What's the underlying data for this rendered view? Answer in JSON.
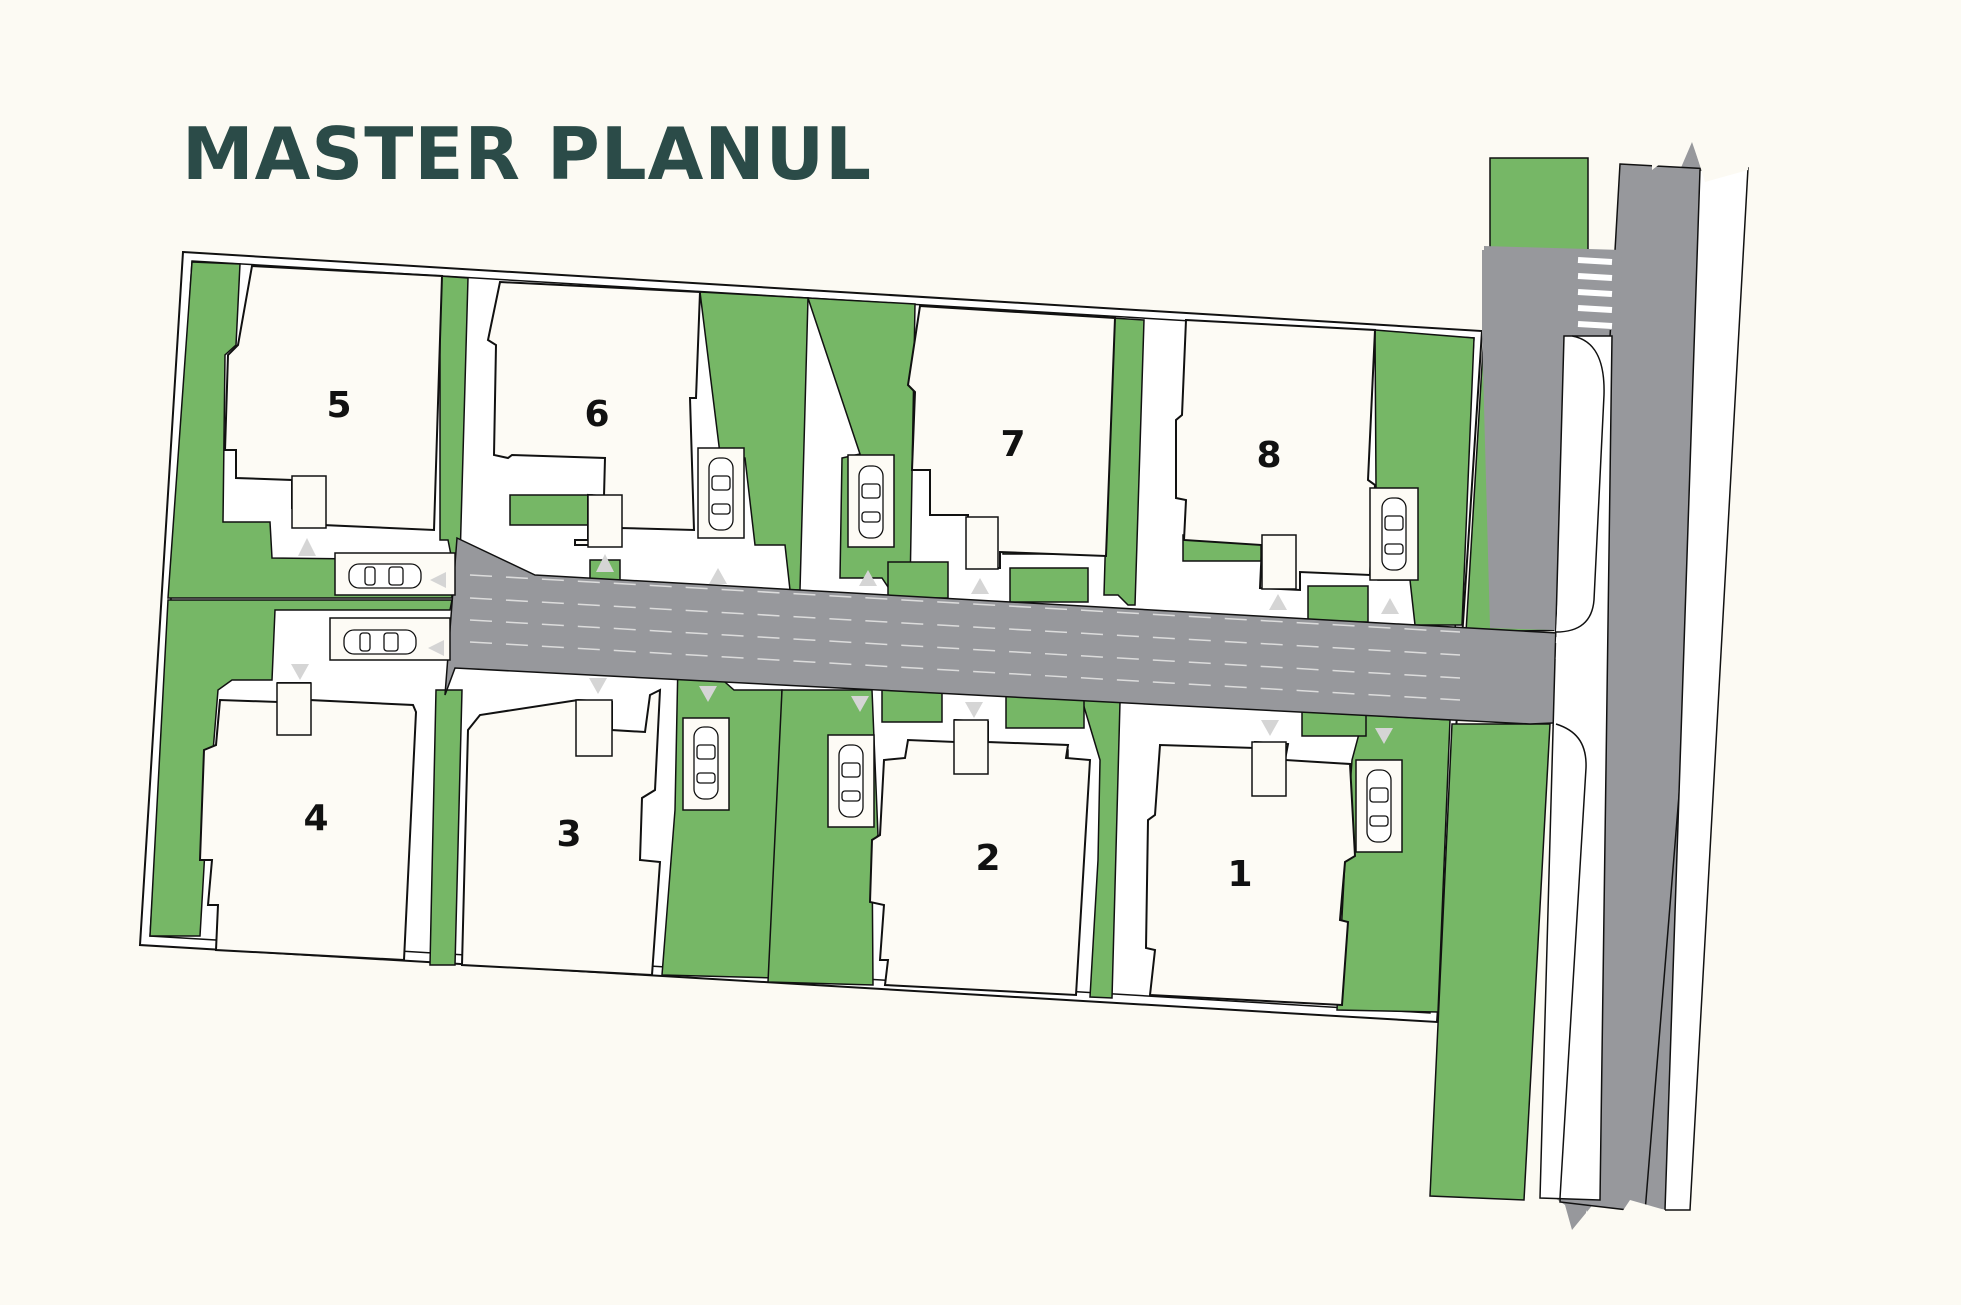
{
  "title": "MASTER PLANUL",
  "lots": [
    {
      "id": "lot-5",
      "label": "5"
    },
    {
      "id": "lot-6",
      "label": "6"
    },
    {
      "id": "lot-7",
      "label": "7"
    },
    {
      "id": "lot-8",
      "label": "8"
    },
    {
      "id": "lot-4",
      "label": "4"
    },
    {
      "id": "lot-3",
      "label": "3"
    },
    {
      "id": "lot-2",
      "label": "2"
    },
    {
      "id": "lot-1",
      "label": "1"
    }
  ],
  "colors": {
    "background": "#fcfaf3",
    "title": "#2b4b48",
    "green": "#76b766",
    "road": "#97989c",
    "building": "#fdfbf5",
    "outline": "#111111"
  }
}
